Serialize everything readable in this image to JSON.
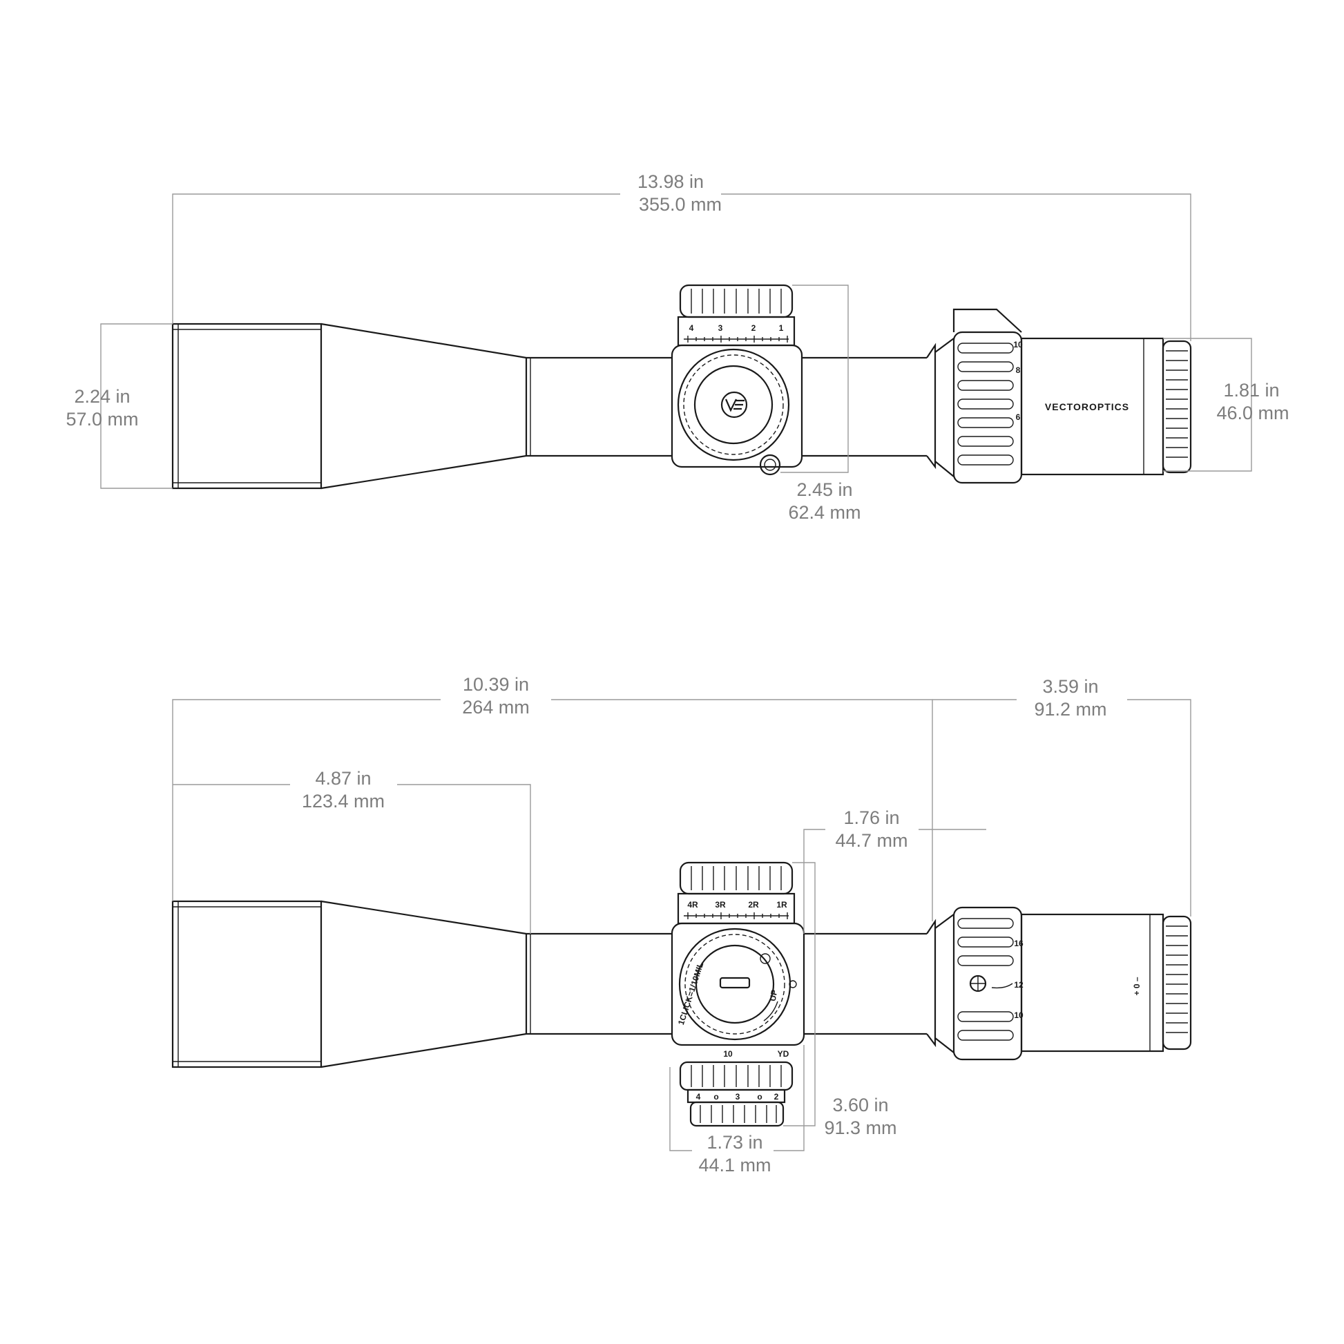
{
  "brand": {
    "name": "VECTOROPTICS",
    "logo_icon": "ve-logo-icon"
  },
  "top_view": {
    "overall_length": {
      "in": "13.98 in",
      "mm": "355.0 mm"
    },
    "objective_diameter": {
      "in": "2.24 in",
      "mm": "57.0 mm"
    },
    "eyepiece_diameter": {
      "in": "1.81 in",
      "mm": "46.0 mm"
    },
    "turret_height": {
      "in": "2.45 in",
      "mm": "62.4 mm"
    },
    "elevation_scale": [
      "4",
      "3",
      "2",
      "1"
    ],
    "magnification_marks": [
      "10",
      "8",
      "6"
    ]
  },
  "side_view": {
    "objective_to_ring": {
      "in": "10.39 in",
      "mm": "264 mm"
    },
    "eyepiece_length": {
      "in": "3.59 in",
      "mm": "91.2 mm"
    },
    "objective_bell": {
      "in": "4.87 in",
      "mm": "123.4 mm"
    },
    "turret_to_ring": {
      "in": "1.76 in",
      "mm": "44.7 mm"
    },
    "turret_width": {
      "in": "1.73 in",
      "mm": "44.1 mm"
    },
    "turret_span": {
      "in": "3.60 in",
      "mm": "91.3 mm"
    },
    "windage_scale": [
      "4R",
      "3R",
      "2R",
      "1R"
    ],
    "click_text": "1CLICK=1/10MIL",
    "up_text": "UP",
    "lower_scale": [
      "4",
      "o",
      "3",
      "o",
      "2"
    ],
    "saddle_marks": [
      "10",
      "YD"
    ],
    "magnification_marks": [
      "16",
      "12",
      "10"
    ],
    "diopter_text": "+ 0 –"
  }
}
